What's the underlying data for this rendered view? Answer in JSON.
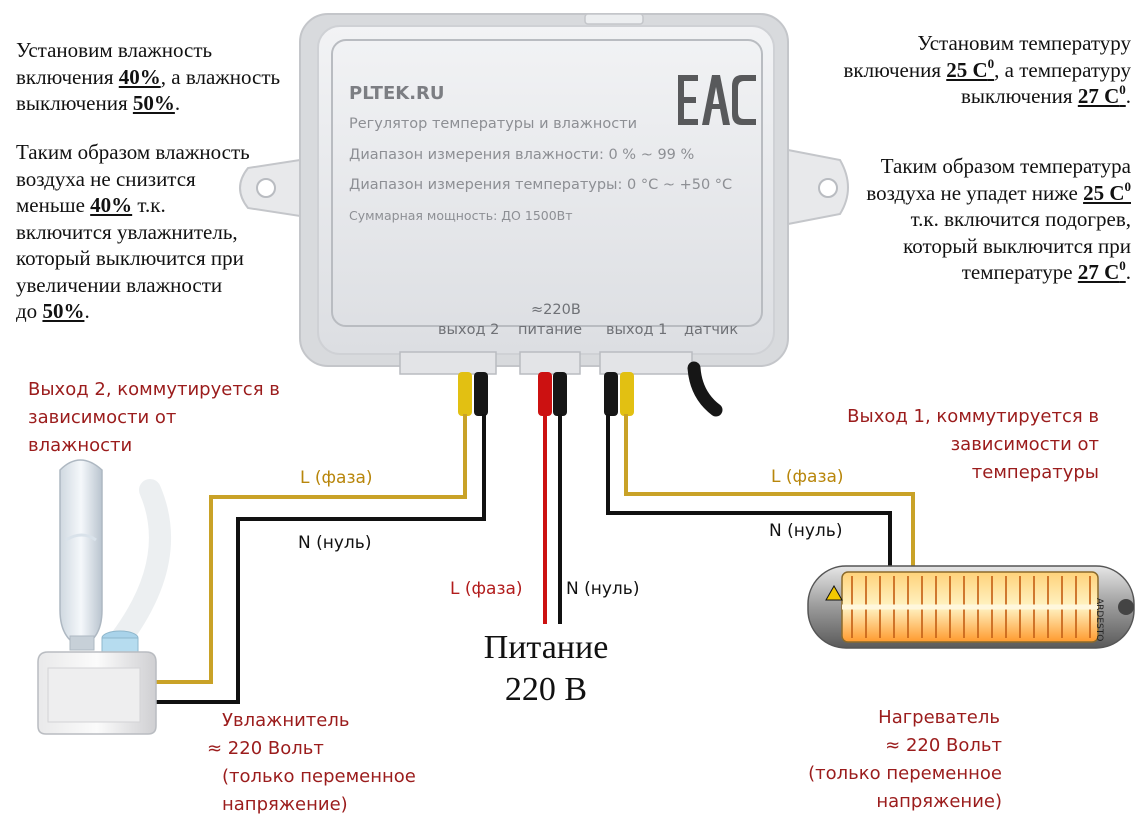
{
  "left_block": {
    "p1": {
      "l1": "Установим влажность",
      "l2a": "включения ",
      "l2b": "40%",
      "l2c": ", а влажность",
      "l3a": "выключения ",
      "l3b": "50%",
      "l3c": "."
    },
    "p2": {
      "l1": "Таким образом влажность",
      "l2": "воздуха не снизится",
      "l3a": "меньше ",
      "l3b": "40%",
      "l3c": " т.к.",
      "l4": "включится увлажнитель,",
      "l5": "который выключится при",
      "l6": "увеличении влажности",
      "l7a": "до ",
      "l7b": "50%",
      "l7c": "."
    }
  },
  "right_block": {
    "p1": {
      "l1": "Установим температуру",
      "l2a": "включения ",
      "l2b": "25 С",
      "l2sup": "0",
      "l2c": ", а температуру",
      "l3a": "выключения ",
      "l3b": "27 С",
      "l3sup": "0",
      "l3c": "."
    },
    "p2": {
      "l1": "Таким образом температура",
      "l2a": "воздуха не упадет ниже ",
      "l2b": "25 С",
      "l2sup": "0",
      "l3": "т.к. включится подогрев,",
      "l4": "который выключится при",
      "l5a": "температуре ",
      "l5b": "27 С",
      "l5sup": "0",
      "l5c": "."
    }
  },
  "device": {
    "brand": "PLTEK.RU",
    "mark": "EAC",
    "title": "Регулятор температуры и влажности",
    "humidity_range": "Диапазон измерения влажности: 0 % ~ 99 %",
    "temp_range": "Диапазон измерения температуры: 0 °C ~ +50 °C",
    "power": "Суммарная мощность: ДО 1500Вт",
    "port_out2": "выход 2",
    "port_power_v": "≈220В",
    "port_power": "питание",
    "port_out1": "выход 1",
    "port_sensor": "датчик"
  },
  "out2_note": {
    "l1": "Выход 2, коммутируется в",
    "l2": "зависимости от",
    "l3": "влажности"
  },
  "out1_note": {
    "l1": "Выход 1, коммутируется в",
    "l2": "зависимости от",
    "l3": "температуры"
  },
  "wires": {
    "left_l": "L (фаза)",
    "left_n": "N (нуль)",
    "right_l": "L (фаза)",
    "right_n": "N (нуль)",
    "mid_l": "L (фаза)",
    "mid_n": "N (нуль)"
  },
  "mains": {
    "l1": "Питание",
    "l2": "220 В"
  },
  "humidifier": {
    "l1": "Увлажнитель",
    "l2": "≈ 220 Вольт",
    "l3": "(только переменное",
    "l4": "напряжение)"
  },
  "heater": {
    "l1": "Нагреватель",
    "l2": "≈ 220 Вольт",
    "l3": "(только переменное",
    "l4": "напряжение)",
    "brand": "ARDESTO"
  },
  "colors": {
    "phase": "#c9a227",
    "neutral": "#111111",
    "mains_phase": "#cc1111",
    "note_red": "#9b1c1c"
  }
}
